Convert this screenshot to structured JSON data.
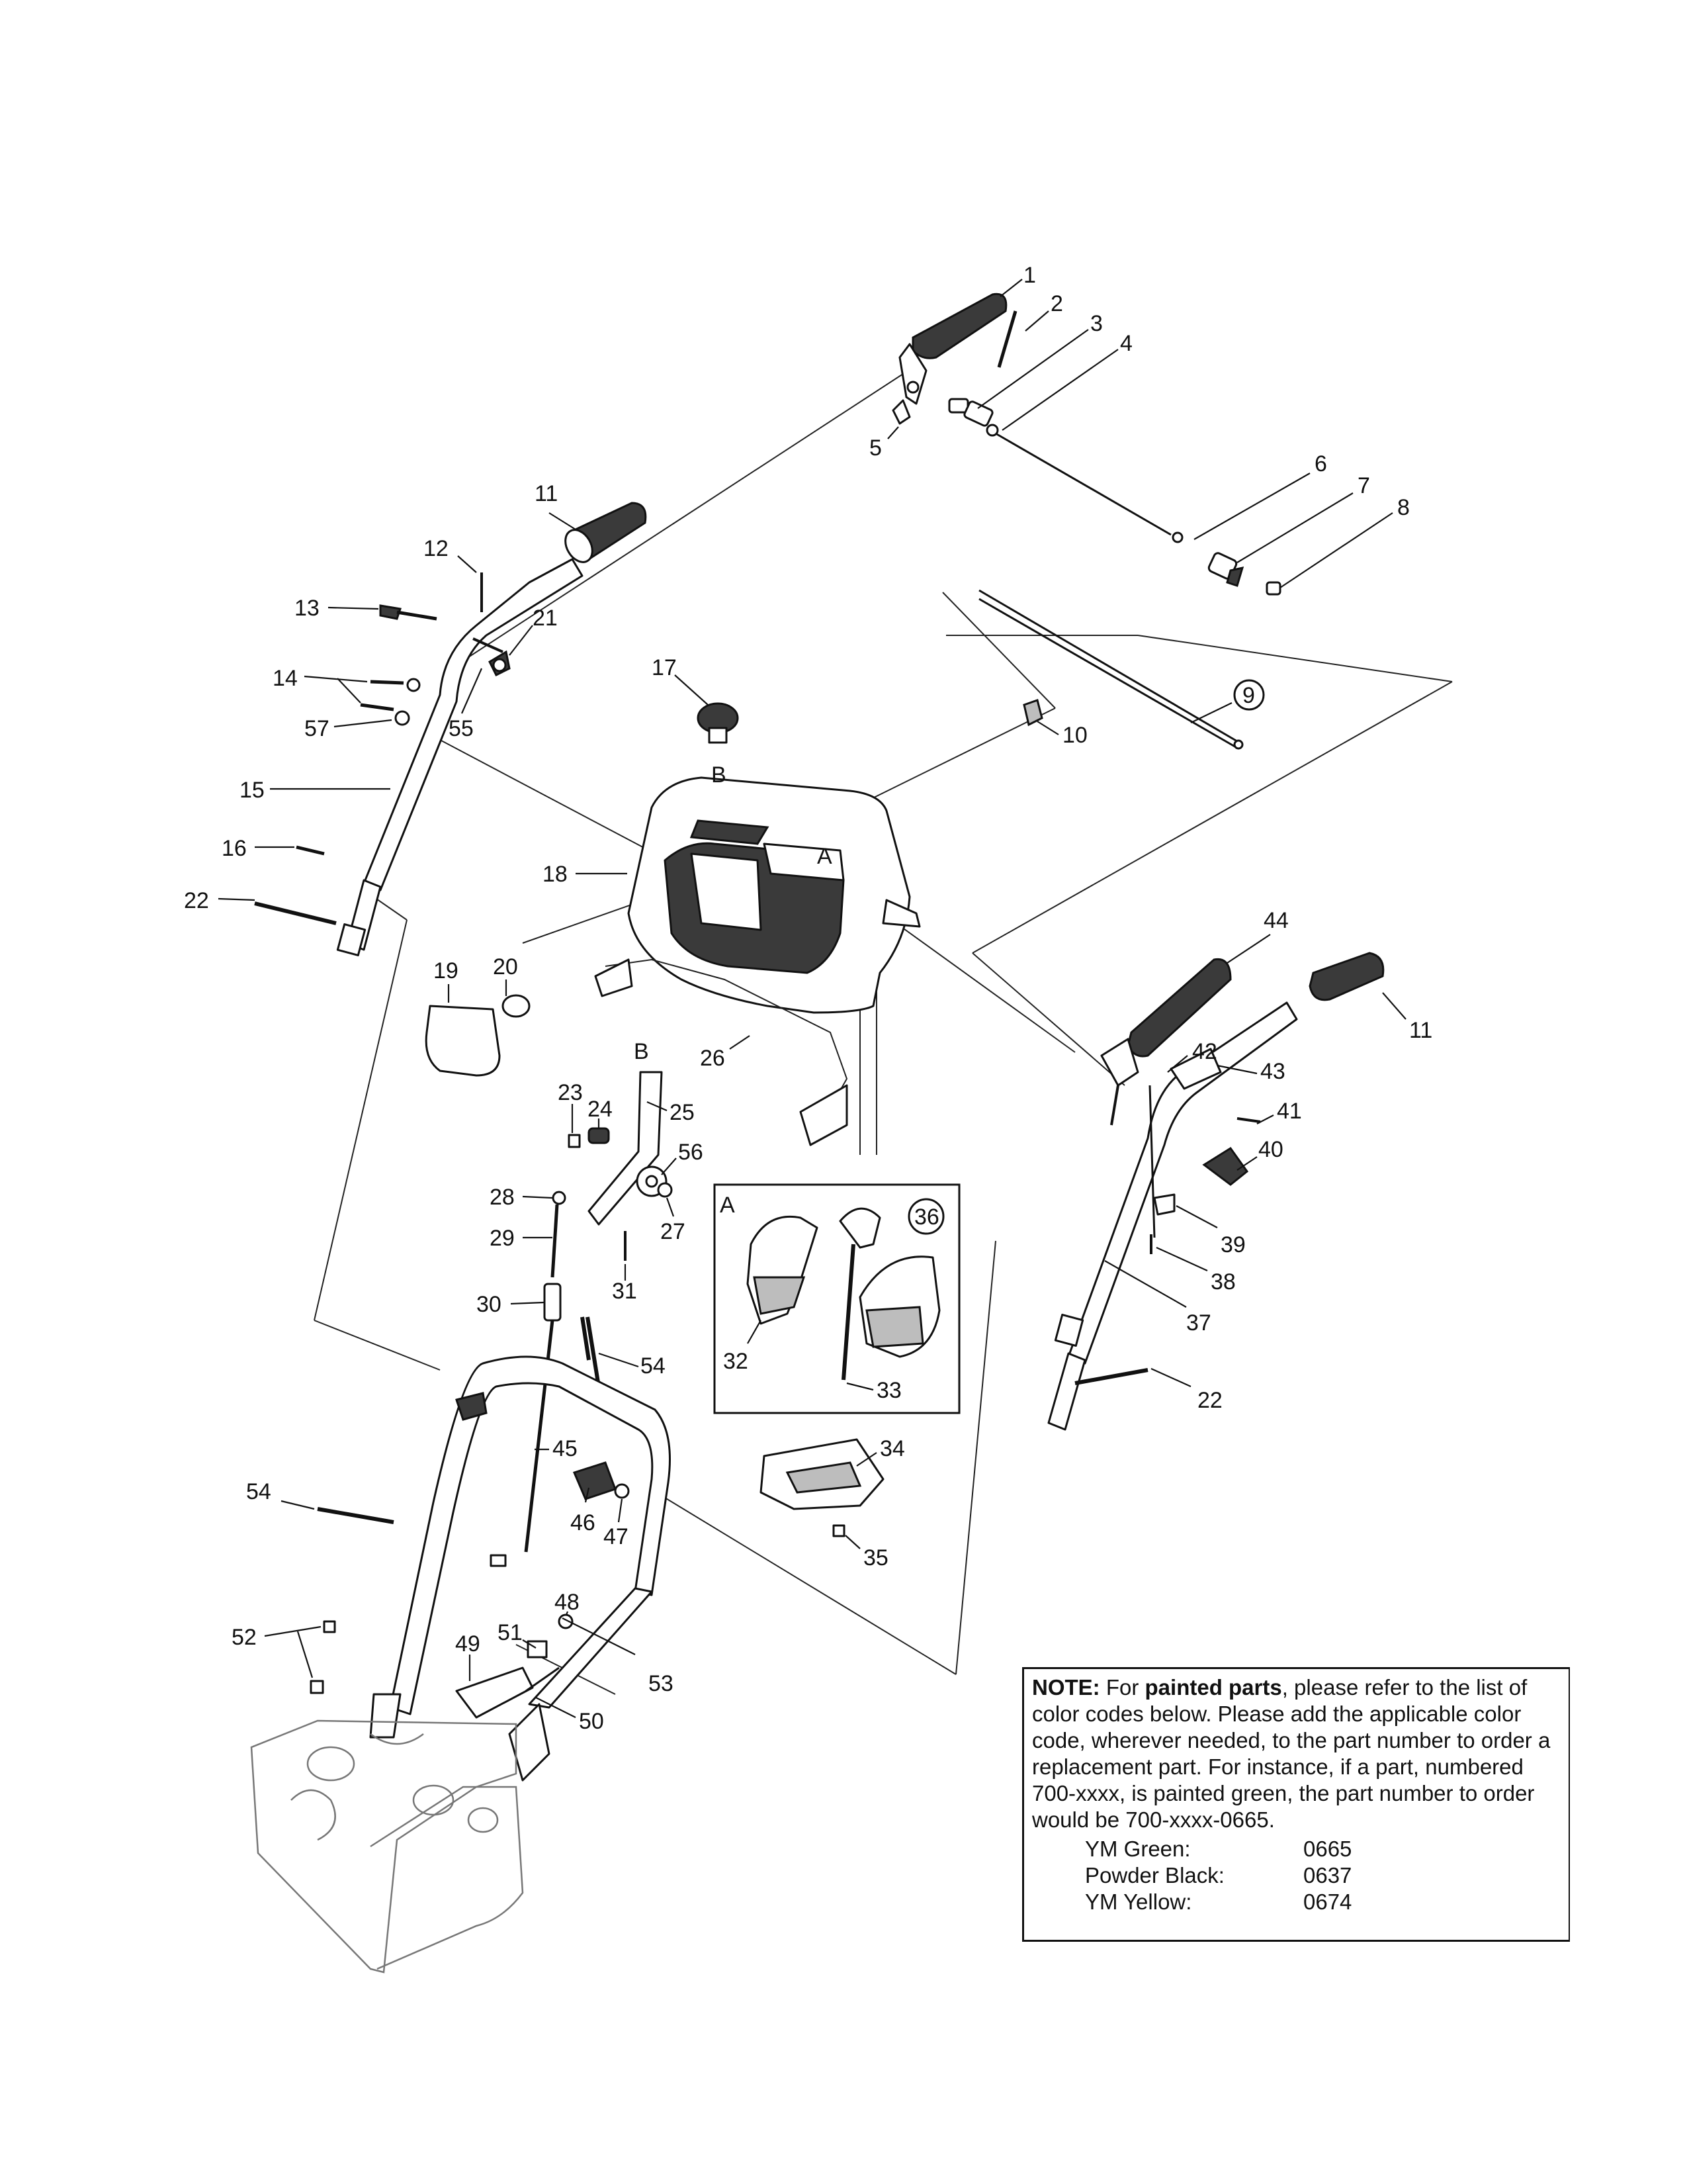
{
  "callouts": [
    "1",
    "2",
    "3",
    "4",
    "5",
    "6",
    "7",
    "8",
    "9",
    "10",
    "11",
    "12",
    "13",
    "14",
    "15",
    "16",
    "17",
    "18",
    "19",
    "20",
    "21",
    "22",
    "23",
    "24",
    "25",
    "26",
    "27",
    "28",
    "29",
    "30",
    "31",
    "32",
    "33",
    "34",
    "35",
    "36",
    "37",
    "38",
    "39",
    "40",
    "41",
    "42",
    "43",
    "44",
    "45",
    "46",
    "47",
    "48",
    "49",
    "50",
    "51",
    "52",
    "53",
    "54",
    "55",
    "56",
    "57"
  ],
  "view_markers": {
    "a": "A",
    "b": "B"
  },
  "note": {
    "heading": "NOTE:",
    "text_1": "For",
    "emphasis": "painted parts",
    "text_2": ", please refer to the list of color codes below. Please add the applicable color code, wherever needed, to the part number to order a replacement part. For instance, if a part, numbered 700-xxxx, is painted green, the part number to order would be 700-xxxx-0665.",
    "colors": [
      {
        "name": "YM Green:",
        "code": "0665"
      },
      {
        "name": "Powder Black:",
        "code": "0637"
      },
      {
        "name": "YM Yellow:",
        "code": "0674"
      }
    ]
  }
}
